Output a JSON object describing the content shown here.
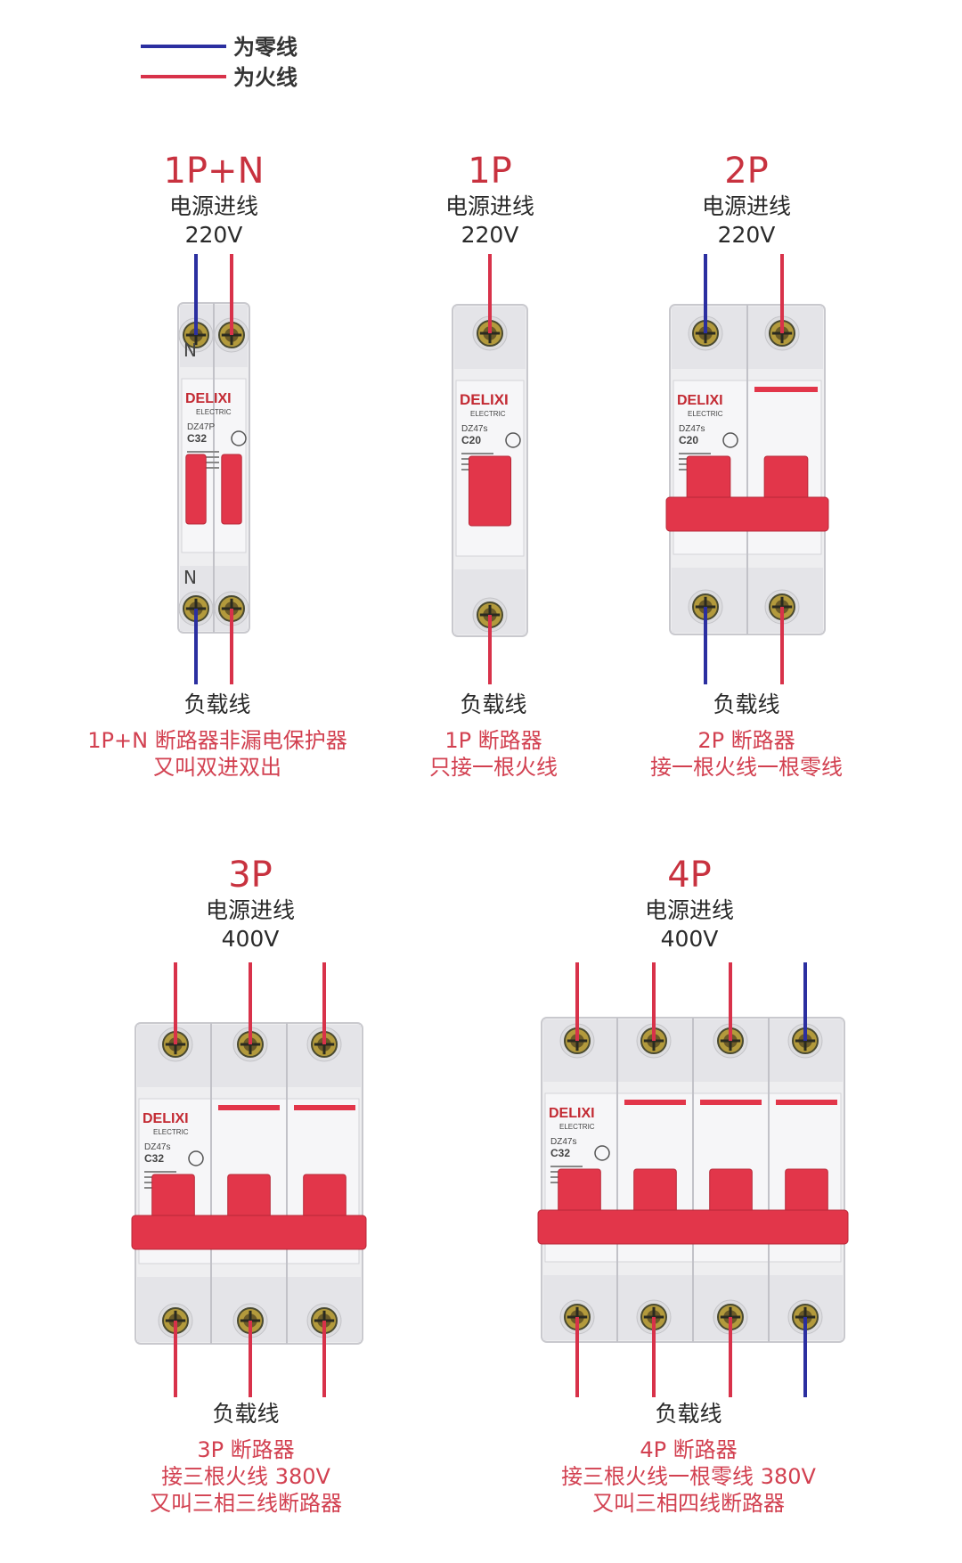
{
  "legend": [
    {
      "label": "为零线",
      "color": "#2b2fa0"
    },
    {
      "label": "为火线",
      "color": "#d8324a"
    }
  ],
  "colors": {
    "neutral_wire": "#2b2fa0",
    "live_wire": "#d8324a",
    "handle": "#e2364a",
    "body": "#eeeef0",
    "accent_text": "#c8323f"
  },
  "brand": {
    "logo": "DELIXI",
    "sub": "ELECTRIC"
  },
  "breakers": [
    {
      "title": "1P+N",
      "supply_label": "电源进线",
      "voltage": "220V",
      "load_label": "负载线",
      "desc1": "1P+N 断路器非漏电保护器",
      "desc2": "又叫双进双出",
      "desc3": "",
      "model": "DZ47P",
      "rating": "C32",
      "neutral_mark": "N",
      "wires": [
        "neutral",
        "live"
      ]
    },
    {
      "title": "1P",
      "supply_label": "电源进线",
      "voltage": "220V",
      "load_label": "负载线",
      "desc1": "1P 断路器",
      "desc2": "只接一根火线",
      "desc3": "",
      "model": "DZ47s",
      "rating": "C20",
      "neutral_mark": "",
      "wires": [
        "live"
      ]
    },
    {
      "title": "2P",
      "supply_label": "电源进线",
      "voltage": "220V",
      "load_label": "负载线",
      "desc1": "2P 断路器",
      "desc2": "接一根火线一根零线",
      "desc3": "",
      "model": "DZ47s",
      "rating": "C20",
      "neutral_mark": "",
      "wires": [
        "neutral",
        "live"
      ]
    },
    {
      "title": "3P",
      "supply_label": "电源进线",
      "voltage": "400V",
      "load_label": "负载线",
      "desc1": "3P 断路器",
      "desc2": "接三根火线 380V",
      "desc3": "又叫三相三线断路器",
      "model": "DZ47s",
      "rating": "C32",
      "neutral_mark": "",
      "wires": [
        "live",
        "live",
        "live"
      ]
    },
    {
      "title": "4P",
      "supply_label": "电源进线",
      "voltage": "400V",
      "load_label": "负载线",
      "desc1": "4P 断路器",
      "desc2": "接三根火线一根零线 380V",
      "desc3": "又叫三相四线断路器",
      "model": "DZ47s",
      "rating": "C32",
      "neutral_mark": "",
      "wires": [
        "live",
        "live",
        "live",
        "neutral"
      ]
    }
  ]
}
